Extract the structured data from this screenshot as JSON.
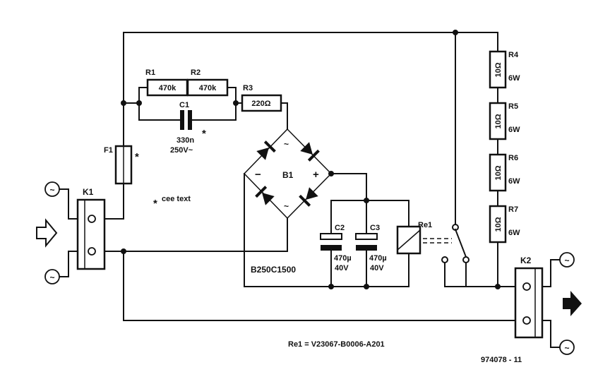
{
  "fuse": {
    "ref": "F1",
    "mark": "*"
  },
  "connectors": {
    "k1": "K1",
    "k2": "K2"
  },
  "resistors": {
    "r1": {
      "ref": "R1",
      "value": "470k"
    },
    "r2": {
      "ref": "R2",
      "value": "470k"
    },
    "r3": {
      "ref": "R3",
      "value": "220Ω"
    },
    "r4": {
      "ref": "R4",
      "value": "10Ω",
      "power": "6W"
    },
    "r5": {
      "ref": "R5",
      "value": "10Ω",
      "power": "6W"
    },
    "r6": {
      "ref": "R6",
      "value": "10Ω",
      "power": "6W"
    },
    "r7": {
      "ref": "R7",
      "value": "10Ω",
      "power": "6W"
    }
  },
  "capacitors": {
    "c1": {
      "ref": "C1",
      "value": "330n",
      "voltage": "250V~",
      "mark": "*"
    },
    "c2": {
      "ref": "C2",
      "value": "470µ",
      "voltage": "40V"
    },
    "c3": {
      "ref": "C3",
      "value": "470µ",
      "voltage": "40V"
    }
  },
  "bridge": {
    "ref": "B1",
    "part": "B250C1500",
    "minus": "−",
    "plus": "+",
    "ac": "~"
  },
  "relay": {
    "ref": "Re1",
    "part_note": "Re1 = V23067-B0006-A201"
  },
  "note": "cee text",
  "note_mark": "*",
  "ac_symbol": "~",
  "figure_id": "974078 - 11"
}
